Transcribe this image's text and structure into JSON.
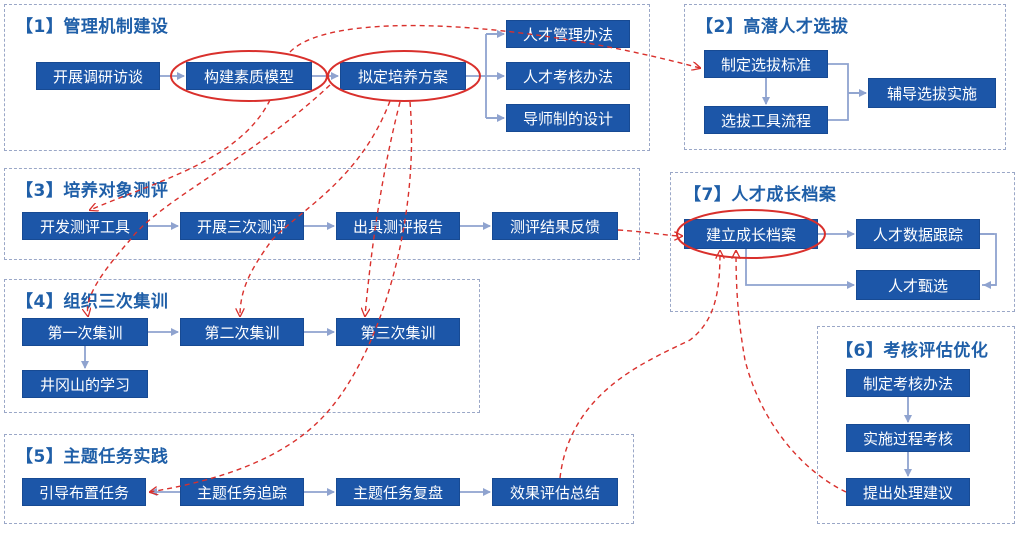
{
  "sections": {
    "s1": {
      "title": "【1】管理机制建设",
      "boxes": {
        "research": "开展调研访谈",
        "model": "构建素质模型",
        "plan": "拟定培养方案",
        "manage": "人才管理办法",
        "assess": "人才考核办法",
        "mentor": "导师制的设计"
      }
    },
    "s2": {
      "title": "【2】高潜人才选拔",
      "boxes": {
        "standard": "制定选拔标准",
        "tools": "选拔工具流程",
        "guide": "辅导选拔实施"
      }
    },
    "s3": {
      "title": "【3】培养对象测评",
      "boxes": {
        "develop": "开发测评工具",
        "three": "开展三次测评",
        "report": "出具测评报告",
        "feedback": "测评结果反馈"
      }
    },
    "s4": {
      "title": "【4】组织三次集训",
      "boxes": {
        "first": "第一次集训",
        "second": "第二次集训",
        "third": "第三次集训",
        "jgs": "井冈山的学习"
      }
    },
    "s5": {
      "title": "【5】主题任务实践",
      "boxes": {
        "guide": "引导布置任务",
        "track": "主题任务追踪",
        "review": "主题任务复盘",
        "eval": "效果评估总结"
      }
    },
    "s6": {
      "title": "【6】考核评估优化",
      "boxes": {
        "method": "制定考核办法",
        "process": "实施过程考核",
        "suggest": "提出处理建议"
      }
    },
    "s7": {
      "title": "【7】人才成长档案",
      "boxes": {
        "archive": "建立成长档案",
        "track": "人才数据跟踪",
        "select": "人才甄选"
      }
    }
  },
  "colors": {
    "box": "#1c56a8",
    "title": "#1f5fa8",
    "arrow": "#8fa3cf",
    "highlight": "#d9302c"
  }
}
